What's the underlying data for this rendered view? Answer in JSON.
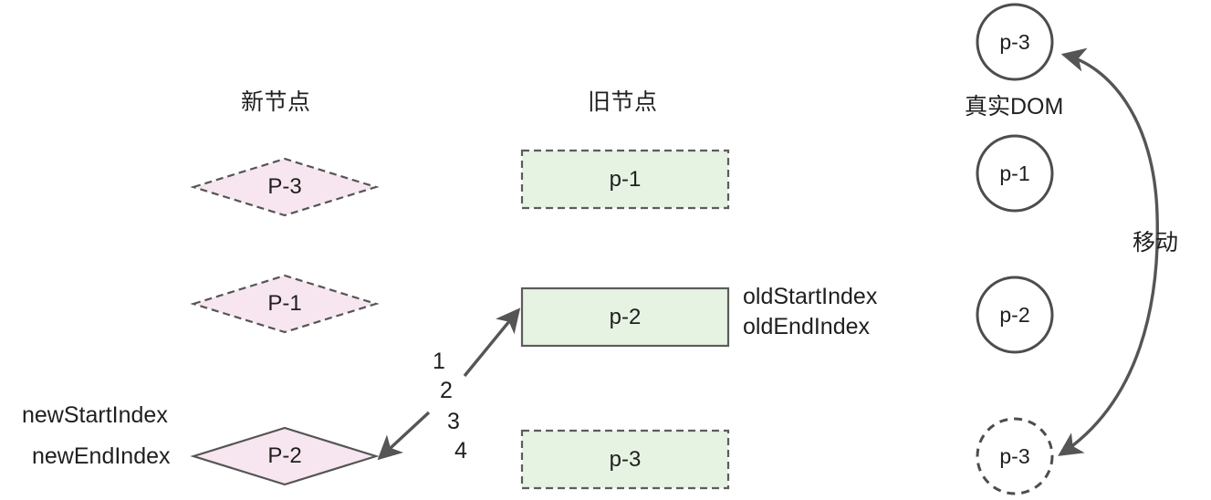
{
  "diagram": {
    "title_new_column": "新节点",
    "title_old_column": "旧节点",
    "real_dom_caption": "真实DOM",
    "move_caption": "移动",
    "colors": {
      "diamond_fill": "#f7e6ef",
      "diamond_stroke": "#555555",
      "box_fill": "#e6f3e3",
      "box_stroke": "#5c5c5c",
      "circle_stroke": "#4d4d4d",
      "arrow_color": "#555555",
      "text": "#1f1f1f",
      "background": "#ffffff"
    },
    "new_nodes": [
      {
        "label": "P-3",
        "border": "dashed"
      },
      {
        "label": "P-1",
        "border": "dashed"
      },
      {
        "label": "P-2",
        "border": "solid"
      }
    ],
    "old_nodes": [
      {
        "label": "p-1",
        "border": "dashed"
      },
      {
        "label": "p-2",
        "border": "solid"
      },
      {
        "label": "p-3",
        "border": "dashed"
      }
    ],
    "real_dom_nodes": [
      {
        "label": "p-3",
        "border": "solid"
      },
      {
        "label": "p-1",
        "border": "solid"
      },
      {
        "label": "p-2",
        "border": "solid"
      },
      {
        "label": "p-3",
        "border": "dashed"
      }
    ],
    "pointer_labels": {
      "new_start_index": "newStartIndex",
      "new_end_index": "newEndIndex",
      "old_start_index": "oldStartIndex",
      "old_end_index": "oldEndIndex"
    },
    "step_numbers": [
      "1",
      "2",
      "3",
      "4"
    ]
  }
}
